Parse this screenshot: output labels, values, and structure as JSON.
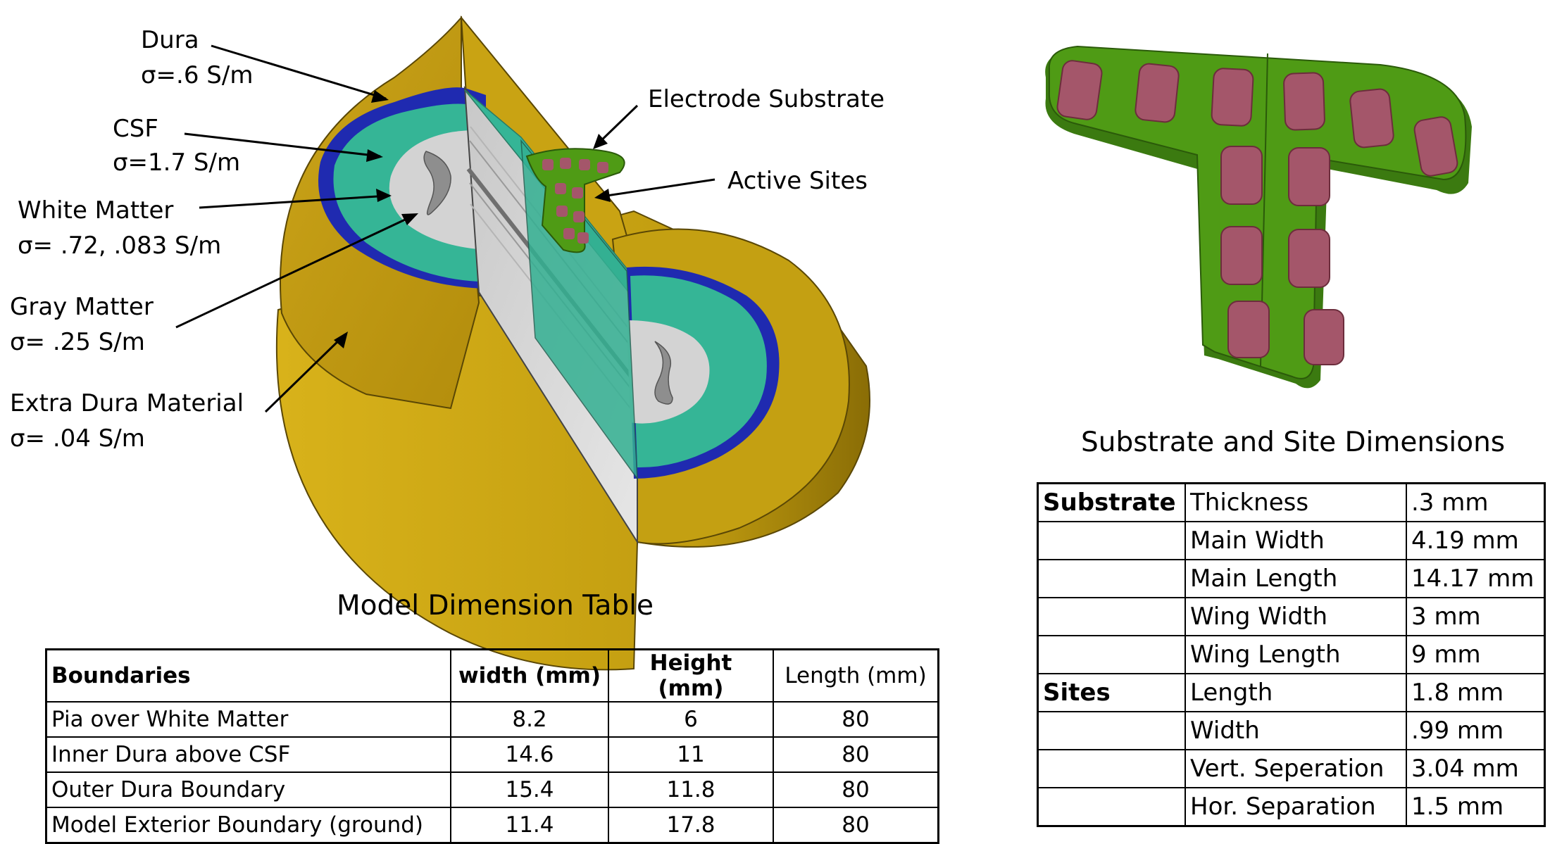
{
  "labels": {
    "dura_name": "Dura",
    "dura_sigma": "σ=.6 S/m",
    "csf_name": "CSF",
    "csf_sigma": "σ=1.7 S/m",
    "white_name": "White Matter",
    "white_sigma": "σ= .72, .083 S/m",
    "gray_name": "Gray Matter",
    "gray_sigma": "σ= .25 S/m",
    "extra_name": "Extra Dura Material",
    "extra_sigma": "σ= .04 S/m",
    "electrode_substrate": "Electrode Substrate",
    "active_sites": "Active Sites"
  },
  "captions": {
    "model_table": "Model Dimension Table",
    "substrate_table": "Substrate and Site Dimensions"
  },
  "colors": {
    "extra_dura": "#c9a313",
    "dura": "#1f2ab0",
    "csf": "#35b596",
    "white_matter": "#d3d3d3",
    "gray_matter": "#8e8e8e",
    "substrate": "#4f9b15",
    "sites": "#a4566a"
  },
  "model_table": {
    "headers": [
      "Boundaries",
      "width (mm)",
      "Height (mm)",
      "Length (mm)"
    ],
    "rows": [
      [
        "Pia over White Matter",
        "8.2",
        "6",
        "80"
      ],
      [
        "Inner Dura above CSF",
        "14.6",
        "11",
        "80"
      ],
      [
        "Outer Dura Boundary",
        "15.4",
        "11.8",
        "80"
      ],
      [
        "Model Exterior Boundary (ground)",
        "11.4",
        "17.8",
        "80"
      ]
    ]
  },
  "substrate_table": {
    "rows": [
      [
        "Substrate",
        "Thickness",
        ".3 mm"
      ],
      [
        "",
        "Main Width",
        "4.19 mm"
      ],
      [
        "",
        "Main Length",
        "14.17 mm"
      ],
      [
        "",
        "Wing Width",
        "3 mm"
      ],
      [
        "",
        "Wing Length",
        "9 mm"
      ],
      [
        "Sites",
        "Length",
        "1.8 mm"
      ],
      [
        "",
        "Width",
        ".99 mm"
      ],
      [
        "",
        "Vert. Seperation",
        "3.04 mm"
      ],
      [
        "",
        "Hor. Separation",
        "1.5 mm"
      ]
    ]
  }
}
